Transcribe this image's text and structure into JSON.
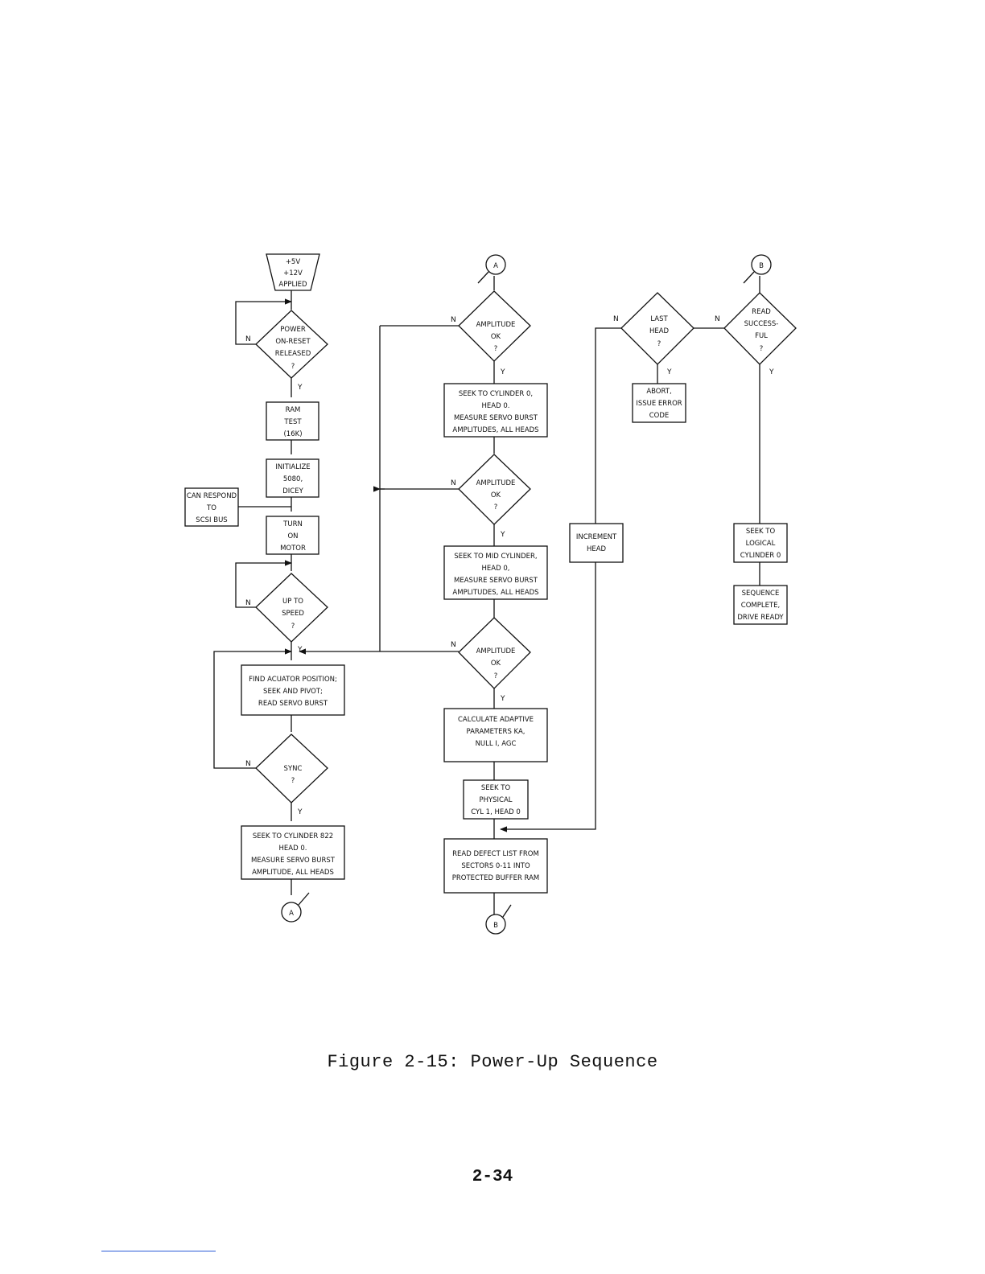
{
  "nodes": {
    "power_applied": {
      "lines": [
        "+5V",
        "+12V",
        "APPLIED"
      ]
    },
    "power_on_reset": {
      "lines": [
        "POWER",
        "ON-RESET",
        "RELEASED",
        "?"
      ]
    },
    "ram_test": {
      "lines": [
        "RAM",
        "TEST",
        "(16K)"
      ]
    },
    "initialize": {
      "lines": [
        "INITIALIZE",
        "5080,",
        "DICEY"
      ]
    },
    "can_respond": {
      "lines": [
        "CAN RESPOND",
        "TO",
        "SCSI BUS"
      ]
    },
    "turn_on_motor": {
      "lines": [
        "TURN",
        "ON",
        "MOTOR"
      ]
    },
    "up_to_speed": {
      "lines": [
        "UP TO",
        "SPEED",
        "?"
      ]
    },
    "find_actuator": {
      "lines": [
        "FIND ACUATOR POSITION;",
        "SEEK AND PIVOT;",
        "READ SERVO BURST"
      ]
    },
    "sync": {
      "lines": [
        "SYNC",
        "?"
      ]
    },
    "seek_822": {
      "lines": [
        "SEEK TO CYLINDER 822",
        "HEAD 0.",
        "MEASURE SERVO BURST",
        "AMPLITUDE, ALL HEADS"
      ]
    },
    "amp_ok_1": {
      "lines": [
        "AMPLITUDE",
        "OK",
        "?"
      ]
    },
    "seek_cyl0": {
      "lines": [
        "SEEK TO CYLINDER 0,",
        "HEAD 0.",
        "MEASURE SERVO BURST",
        "AMPLITUDES, ALL HEADS"
      ]
    },
    "amp_ok_2": {
      "lines": [
        "AMPLITUDE",
        "OK",
        "?"
      ]
    },
    "seek_mid": {
      "lines": [
        "SEEK TO MID CYLINDER,",
        "HEAD 0,",
        "MEASURE SERVO BURST",
        "AMPLITUDES, ALL HEADS"
      ]
    },
    "amp_ok_3": {
      "lines": [
        "AMPLITUDE",
        "OK",
        "?"
      ]
    },
    "calculate": {
      "lines": [
        "CALCULATE ADAPTIVE",
        "PARAMETERS KA,",
        "NULL I, AGC"
      ]
    },
    "seek_physical": {
      "lines": [
        "SEEK TO",
        "PHYSICAL",
        "CYL 1, HEAD 0"
      ]
    },
    "read_defect": {
      "lines": [
        "READ DEFECT LIST FROM",
        "SECTORS 0-11 INTO",
        "PROTECTED BUFFER RAM"
      ]
    },
    "last_head": {
      "lines": [
        "LAST",
        "HEAD",
        "?"
      ]
    },
    "abort": {
      "lines": [
        "ABORT,",
        "ISSUE ERROR",
        "CODE"
      ]
    },
    "increment_head": {
      "lines": [
        "INCREMENT",
        "HEAD"
      ]
    },
    "read_successful": {
      "lines": [
        "READ",
        "SUCCESS-",
        "FUL",
        "?"
      ]
    },
    "seek_logical": {
      "lines": [
        "SEEK TO",
        "LOGICAL",
        "CYLINDER 0"
      ]
    },
    "sequence_complete": {
      "lines": [
        "SEQUENCE",
        "COMPLETE,",
        "DRIVE READY"
      ]
    }
  },
  "connectors": {
    "a": "A",
    "b": "B"
  },
  "branch_labels": {
    "yes": "Y",
    "no": "N"
  },
  "caption": "Figure 2-15: Power-Up Sequence",
  "page_number": "2-34"
}
